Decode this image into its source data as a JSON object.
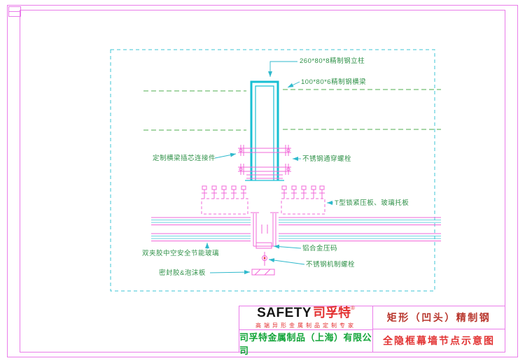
{
  "annotations": [
    {
      "label": "260*80*8精制钢立柱"
    },
    {
      "label": "100*80*6精制钢横梁"
    },
    {
      "label": "定制横梁插芯连接件"
    },
    {
      "label": "不锈钢通穿螺栓"
    },
    {
      "label": "T型锁紧压板、玻璃托板"
    },
    {
      "label": "双夹胶中空安全节能玻璃"
    },
    {
      "label": "铝合金压码"
    },
    {
      "label": "不锈钢机制螺栓"
    },
    {
      "label": "密封胶&泡沫板"
    }
  ],
  "title_block": {
    "brand_en": "SAFETY",
    "brand_cn": "司孚特",
    "reg_mark": "®",
    "slogan": "高端异形金属制品定制专家",
    "company": "司孚特金属制品（上海）有限公司",
    "product_type": "矩形（凹头）精制钢",
    "drawing_name": "全隐框幕墙节点示意图"
  },
  "colors": {
    "frame_magenta": "#ea7cea",
    "detail_pink": "#f268d8",
    "steel_cyan": "#17bfd3",
    "beam_green": "#4fae4f",
    "label_green": "#2f9148",
    "leader_cyan": "#2fb9cc",
    "brand_red": "#e33030",
    "company_green": "#14a53a",
    "product_red": "#b8352c",
    "drawing_red": "#e23434"
  }
}
